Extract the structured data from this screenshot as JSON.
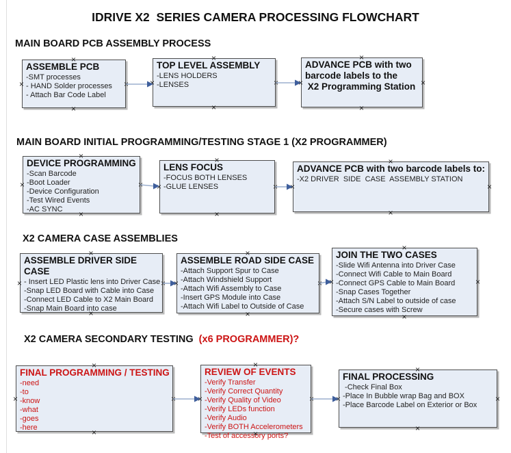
{
  "title": "IDRIVE X2  SERIES CAMERA PROCESSING FLOWCHART",
  "handle_glyph": "×",
  "colors": {
    "box_fill": "#e7edf6",
    "box_border": "#4d4d4d",
    "arrow_line": "#9bafce",
    "arrow_head": "#3f5f9c",
    "red_text": "#cc1414"
  },
  "sections": [
    {
      "heading": "MAIN BOARD PCB ASSEMBLY PROCESS"
    },
    {
      "heading": "MAIN BOARD INITIAL PROGRAMMING/TESTING STAGE 1 (X2 PROGRAMMER)"
    },
    {
      "heading": "X2 CAMERA CASE ASSEMBLIES"
    },
    {
      "heading": "X2 CAMERA SECONDARY TESTING  ",
      "heading_red": "(x6 PROGRAMMER)?"
    }
  ],
  "boxes": {
    "assemble_pcb": {
      "title": "ASSEMBLE PCB",
      "items": [
        "-SMT processes",
        "- HAND Solder processes",
        "- Attach Bar Code Label"
      ]
    },
    "top_level_assembly": {
      "title": "TOP LEVEL ASSEMBLY",
      "items": [
        "-LENS HOLDERS",
        "-LENSES"
      ]
    },
    "advance_pcb_to_programming": {
      "title": "ADVANCE PCB with two\nbarcode labels to the\n X2 Programming Station",
      "items": []
    },
    "device_programming": {
      "title": "DEVICE PROGRAMMING",
      "items": [
        "-Scan Barcode",
        "-Boot Loader",
        "-Device Configuration",
        "-Test Wired Events",
        "-AC SYNC"
      ]
    },
    "lens_focus": {
      "title": "LENS FOCUS",
      "items": [
        "-FOCUS BOTH LENSES",
        "-GLUE LENSES"
      ]
    },
    "advance_pcb_to_driver_station": {
      "title": "ADVANCE PCB with two barcode labels to:",
      "items": [
        "-X2 DRIVER  SIDE  CASE  ASSEMBLY STATION"
      ]
    },
    "assemble_driver_side_case": {
      "title": "ASSEMBLE DRIVER SIDE CASE",
      "items": [
        "- Insert LED Plastic lens into Driver Case",
        "-Snap LED Board with Cable into Case",
        "-Connect LED Cable to X2 Main Board",
        "-Snap Main Board into case"
      ]
    },
    "assemble_road_side_case": {
      "title": "ASSEMBLE ROAD SIDE CASE",
      "items": [
        "-Attach Support Spur to Case",
        "-Attach Windshield Support",
        "-Attach Wifi Assembly to Case",
        "-Insert GPS Module into Case",
        "-Attach Wifi Label to Outside of Case"
      ]
    },
    "join_the_two_cases": {
      "title": "JOIN THE TWO CASES",
      "items": [
        "-Slide Wifi Antenna into Driver Case",
        "-Connect Wifi Cable to Main Board",
        "-Connect GPS Cable to Main Board",
        "-Snap Cases Together",
        "-Attach S/N Label to outside of case",
        "-Secure cases with Screw"
      ]
    },
    "final_programming_testing": {
      "title": "FINAL PROGRAMMING / TESTING",
      "items": [
        "-need",
        "-to",
        "-know",
        "-what",
        "-goes",
        "-here"
      ]
    },
    "review_of_events": {
      "title": "REVIEW OF EVENTS",
      "items": [
        "-Verify Transfer",
        "-Verify Correct Quantity",
        "-Verify Quality of Video",
        "-Verify LEDs function",
        "-Verify Audio",
        "-Verify BOTH Accelerometers",
        "-Test of accessory ports?"
      ]
    },
    "final_processing": {
      "title": "FINAL PROCESSING",
      "items": [
        " -Check Final Box",
        "-Place In Bubble wrap Bag and BOX",
        "-Place Barcode Label on Exterior or Box"
      ]
    }
  }
}
